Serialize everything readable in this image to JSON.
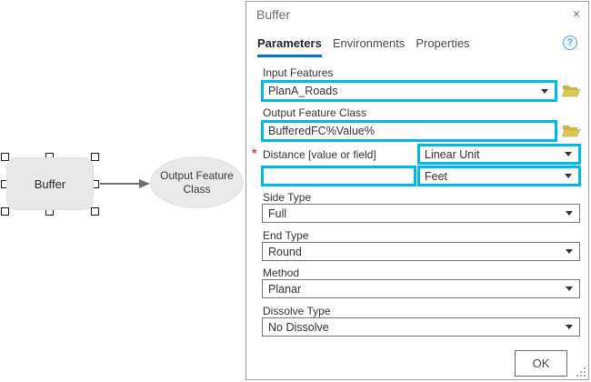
{
  "window": {
    "title": "Buffer",
    "close_icon": "×",
    "help_icon": "?"
  },
  "tabs": [
    {
      "label": "Parameters",
      "selected": true
    },
    {
      "label": "Environments",
      "selected": false
    },
    {
      "label": "Properties",
      "selected": false
    }
  ],
  "fields": {
    "input_features": {
      "label": "Input Features",
      "value": "PlanA_Roads",
      "browse_icon": "folder-icon"
    },
    "output_feature_class": {
      "label": "Output Feature Class",
      "value": "BufferedFC%Value%",
      "browse_icon": "folder-icon"
    },
    "distance": {
      "label": "Distance [value or field]",
      "required_marker": "*",
      "type_value": "Linear Unit",
      "value": "",
      "unit_value": "Feet"
    },
    "side_type": {
      "label": "Side Type",
      "value": "Full"
    },
    "end_type": {
      "label": "End Type",
      "value": "Round"
    },
    "method": {
      "label": "Method",
      "value": "Planar"
    },
    "dissolve_type": {
      "label": "Dissolve Type",
      "value": "No Dissolve"
    }
  },
  "ok_button": "OK",
  "diagram": {
    "tool_node": "Buffer",
    "output_node": "Output Feature Class"
  },
  "colors": {
    "highlight_cyan": "#00b9e6",
    "tab_underline_blue": "#0079c1",
    "required_red": "#d13a2f",
    "folder_yellow": "#d4c24f",
    "node_gray": "#e8e8e8"
  }
}
